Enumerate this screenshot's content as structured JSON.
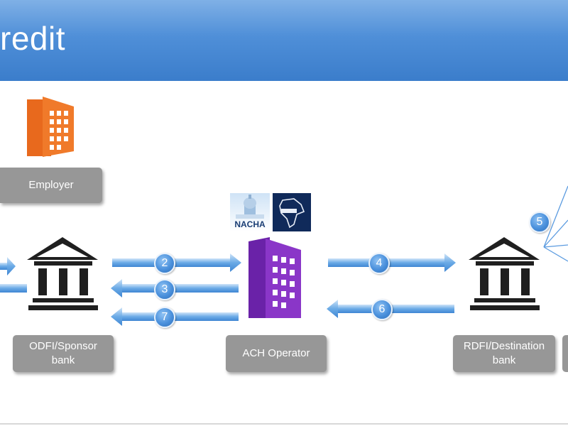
{
  "header": {
    "title": "redit"
  },
  "nodes": {
    "employer": {
      "label": "Employer"
    },
    "odfi": {
      "label": "ODFI/Sponsor\nbank"
    },
    "ach": {
      "label": "ACH Operator"
    },
    "rdfi": {
      "label": "RDFI/Destination\nbank"
    }
  },
  "logos": {
    "nacha": "NACHA"
  },
  "steps": {
    "s2": "2",
    "s3": "3",
    "s4": "4",
    "s5": "5",
    "s6": "6",
    "s7": "7"
  },
  "colors": {
    "header_blue": "#4f8fd8",
    "label_gray": "#979797",
    "employer_orange": "#f07a2a",
    "ach_purple": "#7a2db8",
    "arrow_blue": "#5aa0e0",
    "badge_blue": "#4a90dc"
  },
  "icons": [
    "office-building-icon",
    "bank-building-icon",
    "nacha-logo",
    "india-map-logo"
  ]
}
